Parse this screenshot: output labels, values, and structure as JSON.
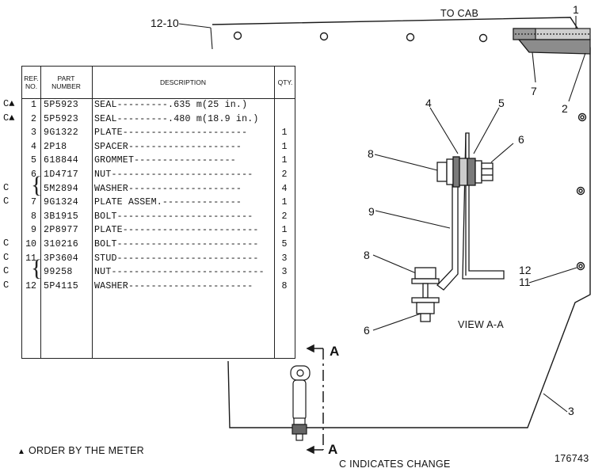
{
  "callouts": {
    "c12_10": "12-10",
    "c1": "1",
    "c7": "7",
    "c2": "2",
    "c3": "3",
    "c4": "4",
    "c5": "5",
    "c6a": "6",
    "c6b": "6",
    "c8a": "8",
    "c8b": "8",
    "c9": "9",
    "c12": "12",
    "c11": "11"
  },
  "labels": {
    "to_cab": "TO CAB",
    "view": "VIEW A-A",
    "section_top": "A",
    "section_bottom": "A",
    "order_note": "ORDER BY THE METER",
    "change_note": "C INDICATES CHANGE",
    "drawing_number": "176743"
  },
  "symbols": {
    "meter_mark": "▲",
    "change_mark": "C"
  },
  "table": {
    "headers": {
      "ref": [
        "REF.",
        "NO."
      ],
      "part": [
        "PART",
        "NUMBER"
      ],
      "description": "DESCRIPTION",
      "qty": "QTY."
    },
    "rows": [
      {
        "mark": "C▲",
        "ref": "1",
        "part": "5P5923",
        "desc": "SEAL---------.635 m(25 in.)",
        "qty": ""
      },
      {
        "mark": "C▲",
        "ref": "2",
        "part": "5P5923",
        "desc": "SEAL---------.480 m(18.9 in.)",
        "qty": ""
      },
      {
        "mark": "",
        "ref": "3",
        "part": "9G1322",
        "desc": "PLATE----------------------",
        "qty": "1"
      },
      {
        "mark": "",
        "ref": "4",
        "part": "2P18",
        "desc": "SPACER--------------------",
        "qty": "1"
      },
      {
        "mark": "",
        "ref": "5",
        "part": "618844",
        "desc": "GROMMET------------------",
        "qty": "1"
      },
      {
        "mark": "",
        "ref": "6",
        "part": "1D4717",
        "desc": "NUT-------------------------",
        "qty": "2"
      },
      {
        "mark": "C",
        "ref": "",
        "part": "5M2894",
        "desc": "WASHER--------------------",
        "qty": "4"
      },
      {
        "mark": "C",
        "ref": "7",
        "part": "9G1324",
        "desc": "PLATE ASSEM.--------------",
        "qty": "1"
      },
      {
        "mark": "",
        "ref": "8",
        "part": "3B1915",
        "desc": "BOLT------------------------",
        "qty": "2"
      },
      {
        "mark": "",
        "ref": "9",
        "part": "2P8977",
        "desc": "PLATE------------------------",
        "qty": "1"
      },
      {
        "mark": "C",
        "ref": "10",
        "part": "310216",
        "desc": "BOLT-------------------------",
        "qty": "5"
      },
      {
        "mark": "C",
        "ref": "11",
        "part": "3P3604",
        "desc": "STUD-------------------------",
        "qty": "3"
      },
      {
        "mark": "C",
        "ref": "",
        "part": "99258",
        "desc": "NUT---------------------------",
        "qty": "3"
      },
      {
        "mark": "C",
        "ref": "12",
        "part": "5P4115",
        "desc": "WASHER----------------------",
        "qty": "8"
      }
    ]
  }
}
